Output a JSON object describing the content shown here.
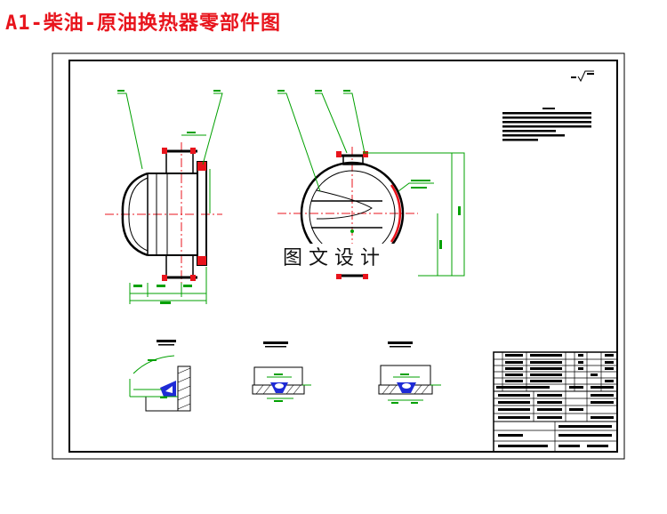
{
  "title": "A1-柴油-原油换热器零部件图",
  "watermark": "图文设计",
  "colors": {
    "title": "#e8141c",
    "outline": "#000000",
    "dimension": "#00a000",
    "centerline": "#e8141c",
    "weld": "#1e2bd6"
  },
  "icons": [
    "surface-roughness-symbol"
  ]
}
